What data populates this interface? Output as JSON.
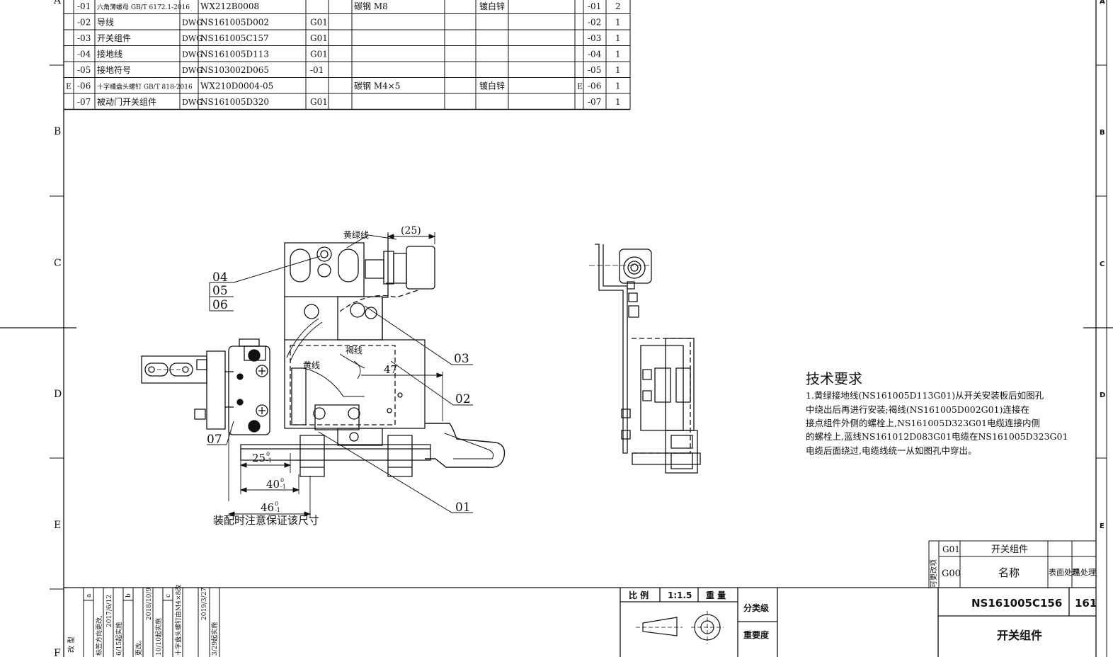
{
  "bom": {
    "rows": [
      {
        "rev": "",
        "item": "-01",
        "name": "六角薄螺母 GB/T 6172.1-2016",
        "type": "",
        "code": "WX212B0008",
        "ver": "",
        "material": "碳钢 M8",
        "finish": "镀白锌",
        "rev2": "",
        "item2": "-01",
        "qty": "2"
      },
      {
        "rev": "",
        "item": "-02",
        "name": "导线",
        "type": "DWG",
        "code": "NS161005D002",
        "ver": "G01",
        "material": "",
        "finish": "",
        "rev2": "",
        "item2": "-02",
        "qty": "1"
      },
      {
        "rev": "",
        "item": "-03",
        "name": "开关组件",
        "type": "DWG",
        "code": "NS161005C157",
        "ver": "G01",
        "material": "",
        "finish": "",
        "rev2": "",
        "item2": "-03",
        "qty": "1"
      },
      {
        "rev": "",
        "item": "-04",
        "name": "接地线",
        "type": "DWG",
        "code": "NS161005D113",
        "ver": "G01",
        "material": "",
        "finish": "",
        "rev2": "",
        "item2": "-04",
        "qty": "1"
      },
      {
        "rev": "",
        "item": "-05",
        "name": "接地符号",
        "type": "DWG",
        "code": "NS103002D065",
        "ver": "-01",
        "material": "",
        "finish": "",
        "rev2": "",
        "item2": "-05",
        "qty": "1"
      },
      {
        "rev": "E",
        "item": "-06",
        "name": "十字槽盘头螺钉 GB/T 818-2016",
        "type": "",
        "code": "WX210D0004-05",
        "ver": "",
        "material": "碳钢 M4×5",
        "finish": "镀白锌",
        "rev2": "E",
        "item2": "-06",
        "qty": "1"
      },
      {
        "rev": "",
        "item": "-07",
        "name": "被动门开关组件",
        "type": "DWG",
        "code": "NS161005D320",
        "ver": "G01",
        "material": "",
        "finish": "",
        "rev2": "",
        "item2": "-07",
        "qty": "1"
      }
    ]
  },
  "zones": {
    "left": [
      "A",
      "B",
      "C",
      "D",
      "E",
      "F"
    ],
    "right": [
      "A",
      "B",
      "C",
      "D",
      "E"
    ]
  },
  "front_view": {
    "callouts": [
      "04",
      "05",
      "06",
      "03",
      "02",
      "07",
      "01"
    ],
    "wire_yellow_green": "黄绿线",
    "wire_brown": "褐线",
    "wire_yellow": "黄线",
    "dim_25_ref": "(25)",
    "dim_47": "47",
    "dim_25": "25",
    "dim_40": "40",
    "dim_46": "46",
    "tol_upper": "0",
    "tol_lower": "-1",
    "assembly_note": "装配时注意保证该尺寸"
  },
  "tech_requirements": {
    "title": "技术要求",
    "lines": [
      "1.黄绿接地线(NS161005D113G01)从开关安装板后如图孔",
      "中绕出后再进行安装;褐线(NS161005D002G01)连接在",
      "接点组件外侧的螺栓上,NS161005D323G01电缆连接内侧",
      "的螺栓上,蓝线NS161012D083G01电缆在NS161005D323G01",
      "电缆后面绕过,电缆线统一从如图孔中穿出。"
    ]
  },
  "variant_table": {
    "side_label": "可更改项",
    "rows": [
      {
        "code": "G01",
        "name": "开关组件",
        "surface": "",
        "heat": ""
      },
      {
        "code": "G00",
        "name": "名称",
        "surface": "表面处理",
        "heat": "热处理"
      }
    ]
  },
  "revisions": {
    "mark_label": "改 型",
    "columns": [
      {
        "mark": "a",
        "note": "标签方向更改,",
        "date": "2017/6/12",
        "note2": "6/15起实施"
      },
      {
        "mark": "b",
        "note": "更改。",
        "date": "2018/10/9",
        "note2": "10/10起实施"
      },
      {
        "mark": "c",
        "note": "十字盘头螺钉由M4×8改",
        "date": "2019/3/27",
        "note2": "3/29起实施"
      }
    ]
  },
  "title_block": {
    "scale_label": "比 例",
    "scale_value": "1:1.5",
    "weight_label": "重 量",
    "class_label": "分类级",
    "importance_label": "重要度",
    "drawing_no": "NS161005C156",
    "sheet_ref": "161",
    "drawing_title": "开关组件"
  }
}
